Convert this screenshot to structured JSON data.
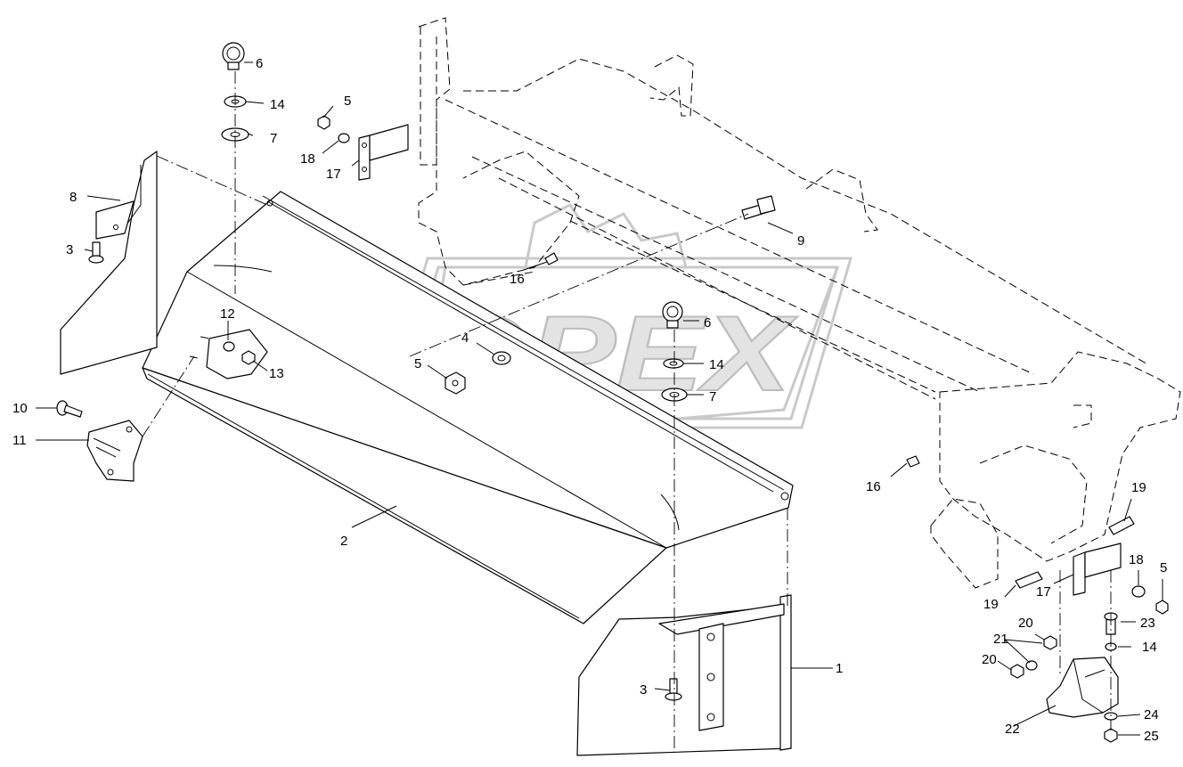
{
  "watermark": {
    "text": "OPEX"
  },
  "callouts": [
    {
      "id": "c1",
      "label": "1"
    },
    {
      "id": "c2",
      "label": "2"
    },
    {
      "id": "c3a",
      "label": "3"
    },
    {
      "id": "c3b",
      "label": "3"
    },
    {
      "id": "c4",
      "label": "4"
    },
    {
      "id": "c5a",
      "label": "5"
    },
    {
      "id": "c5b",
      "label": "5"
    },
    {
      "id": "c5c",
      "label": "5"
    },
    {
      "id": "c6a",
      "label": "6"
    },
    {
      "id": "c6b",
      "label": "6"
    },
    {
      "id": "c7a",
      "label": "7"
    },
    {
      "id": "c7b",
      "label": "7"
    },
    {
      "id": "c8",
      "label": "8"
    },
    {
      "id": "c9",
      "label": "9"
    },
    {
      "id": "c10",
      "label": "10"
    },
    {
      "id": "c11",
      "label": "11"
    },
    {
      "id": "c12",
      "label": "12"
    },
    {
      "id": "c13",
      "label": "13"
    },
    {
      "id": "c14a",
      "label": "14"
    },
    {
      "id": "c14b",
      "label": "14"
    },
    {
      "id": "c14c",
      "label": "14"
    },
    {
      "id": "c16a",
      "label": "16"
    },
    {
      "id": "c16b",
      "label": "16"
    },
    {
      "id": "c17a",
      "label": "17"
    },
    {
      "id": "c17b",
      "label": "17"
    },
    {
      "id": "c18a",
      "label": "18"
    },
    {
      "id": "c18b",
      "label": "18"
    },
    {
      "id": "c19a",
      "label": "19"
    },
    {
      "id": "c19b",
      "label": "19"
    },
    {
      "id": "c20a",
      "label": "20"
    },
    {
      "id": "c20b",
      "label": "20"
    },
    {
      "id": "c21",
      "label": "21"
    },
    {
      "id": "c22",
      "label": "22"
    },
    {
      "id": "c23",
      "label": "23"
    },
    {
      "id": "c24",
      "label": "24"
    },
    {
      "id": "c25",
      "label": "25"
    }
  ]
}
